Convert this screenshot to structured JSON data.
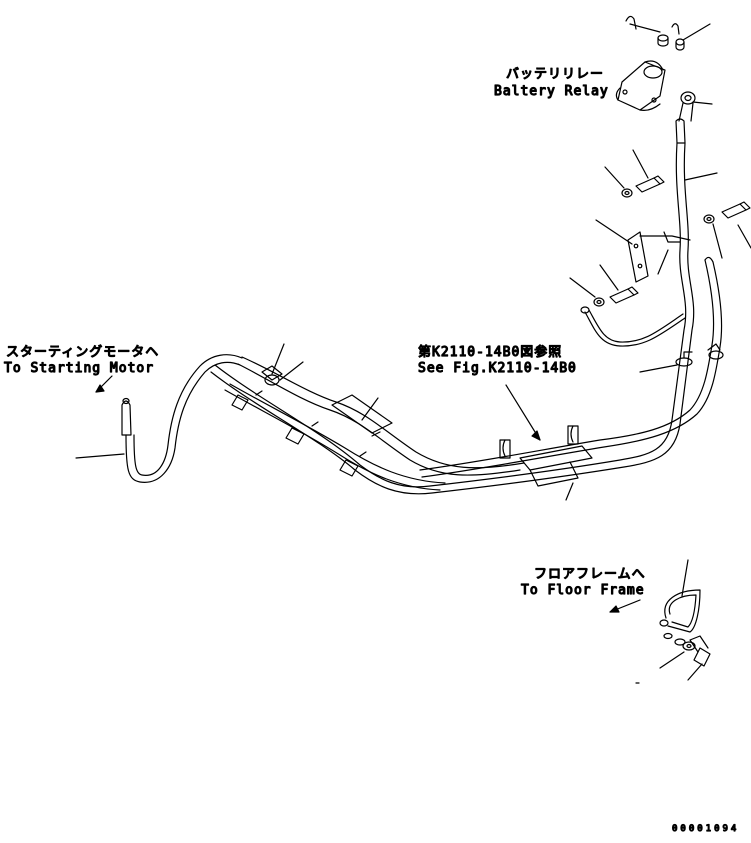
{
  "labels": {
    "battery_relay_jp": "バッテリリレー",
    "battery_relay_en": "Baltery Relay",
    "starting_motor_jp": "スターティングモータヘ",
    "starting_motor_en": "To Starting Motor",
    "figure_ref_jp": "第K2110-14B0図参照",
    "figure_ref_en": "See Fig.K2110-14B0",
    "floor_frame_jp": "フロアフレームへ",
    "floor_frame_en": "To Floor Frame",
    "drawing_code": "00001094"
  },
  "colors": {
    "line": "#000000",
    "background": "#ffffff"
  }
}
